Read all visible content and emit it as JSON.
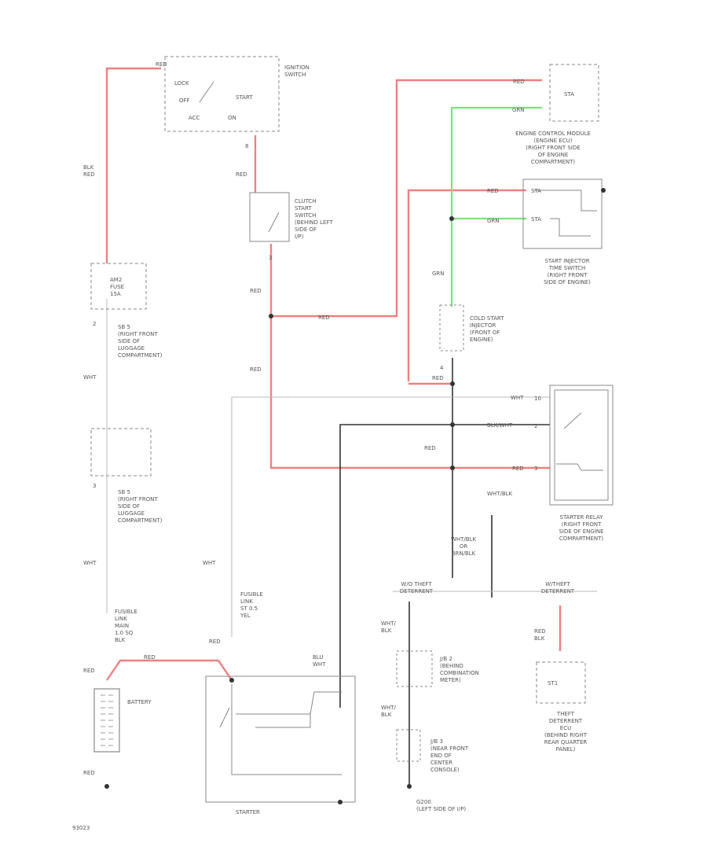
{
  "colors": {
    "red": "#f08080",
    "green": "#7ee07e",
    "dark": "#333333",
    "light": "#bbbbbb",
    "box": "#888888"
  },
  "labels": {
    "ignition": [
      "IGNITION",
      "SWITCH"
    ],
    "sw_positions": [
      "LOCK",
      "OFF",
      "ACC",
      "ON",
      "START"
    ],
    "clutch": [
      "CLUTCH",
      "START",
      "SWITCH",
      "(BEHIND LEFT",
      "SIDE OF",
      "I/P)"
    ],
    "ecm": [
      "ENGINE CONTROL MODULE",
      "(ENGINE ECU)",
      "(RIGHT FRONT SIDE",
      "OF ENGINE",
      "COMPARTMENT)"
    ],
    "sta": "STA",
    "ecm_pins": [
      "STA",
      "STA"
    ],
    "injtime": [
      "START INJECTOR",
      "TIME SWITCH",
      "(RIGHT FRONT",
      "SIDE OF ENGINE)"
    ],
    "coldstart": [
      "COLD START",
      "INJECTOR",
      "(FRONT OF",
      "ENGINE)"
    ],
    "fuse": [
      "AM2",
      "FUSE",
      "15A"
    ],
    "sb1": [
      "SB 5",
      "(RIGHT FRONT",
      "SIDE OF",
      "LUGGAGE",
      "COMPARTMENT)"
    ],
    "sb2": [
      "SB 5",
      "(RIGHT FRONT",
      "SIDE OF",
      "LUGGAGE",
      "COMPARTMENT)"
    ],
    "relay": [
      "STARTER RELAY",
      "(RIGHT FRONT",
      "SIDE OF ENGINE",
      "COMPARTMENT)"
    ],
    "fusible1": [
      "FUSIBLE",
      "LINK",
      "MAIN",
      "1.0 SQ",
      "BLK"
    ],
    "fusible2": [
      "FUSIBLE",
      "LINK",
      "ST 0.5",
      "YEL"
    ],
    "battery": "BATTERY",
    "starter": "STARTER",
    "ji2": [
      "J/B 2",
      "(BEHIND",
      "COMBINATION",
      "METER)"
    ],
    "ji3": [
      "J/B 3",
      "(NEAR FRONT",
      "END OF",
      "CENTER",
      "CONSOLE)"
    ],
    "ground": [
      "G200",
      "(LEFT SIDE OF I/P)"
    ],
    "theft": [
      "THEFT",
      "DETERRENT",
      "ECU",
      "(BEHIND RIGHT",
      "REAR QUARTER",
      "PANEL)"
    ],
    "theft_pin": "ST1",
    "w_blk_or": [
      "WHT/BLK",
      "OR",
      "BRN/BLK"
    ],
    "theft_left": [
      "W/O THEFT",
      "DETERRENT"
    ],
    "theft_right": [
      "W/THEFT",
      "DETERRENT"
    ],
    "wires": {
      "red": "RED",
      "grn": "GRN",
      "blk_red": [
        "BLK",
        "RED"
      ],
      "wht": "WHT",
      "wht_blk": "WHT/BLK",
      "blk_wht": "BLK/WHT",
      "blu_wht": [
        "BLU",
        "WHT"
      ],
      "red_blk": [
        "RED",
        "BLK"
      ],
      "wht_blk2": [
        "WHT/",
        "BLK"
      ]
    },
    "pin_nums": [
      "8",
      "3",
      "2",
      "3",
      "4",
      "10",
      "2",
      "3"
    ],
    "figure_id": "93023"
  }
}
